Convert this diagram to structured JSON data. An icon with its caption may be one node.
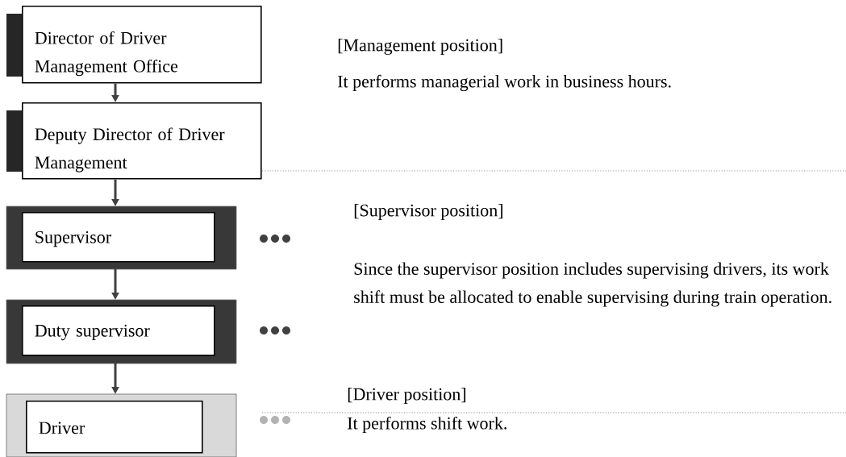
{
  "diagram": {
    "nodes": [
      {
        "text": [
          "Director of Driver Management Office"
        ]
      },
      {
        "text": [
          "Deputy Director of Driver Management"
        ]
      },
      {
        "text": [
          "Supervisor"
        ]
      },
      {
        "text": [
          "Duty supervisor"
        ]
      },
      {
        "text": [
          "Driver"
        ]
      }
    ],
    "edges": [
      {
        "from": 0,
        "to": 1,
        "arrow": "to"
      },
      {
        "from": 1,
        "to": 2,
        "arrow": "to"
      },
      {
        "from": 2,
        "to": 3,
        "arrow": "to"
      },
      {
        "from": 3,
        "to": 4,
        "arrow": "to"
      }
    ],
    "labels": [
      "[Management position]",
      "It performs managerial work in business hours.",
      "[Supervisor position]",
      "Since the supervisor position includes supervising drivers, its work shift must be allocated to enable supervising during train operation.",
      "[Driver position]",
      "It performs shift work."
    ]
  }
}
